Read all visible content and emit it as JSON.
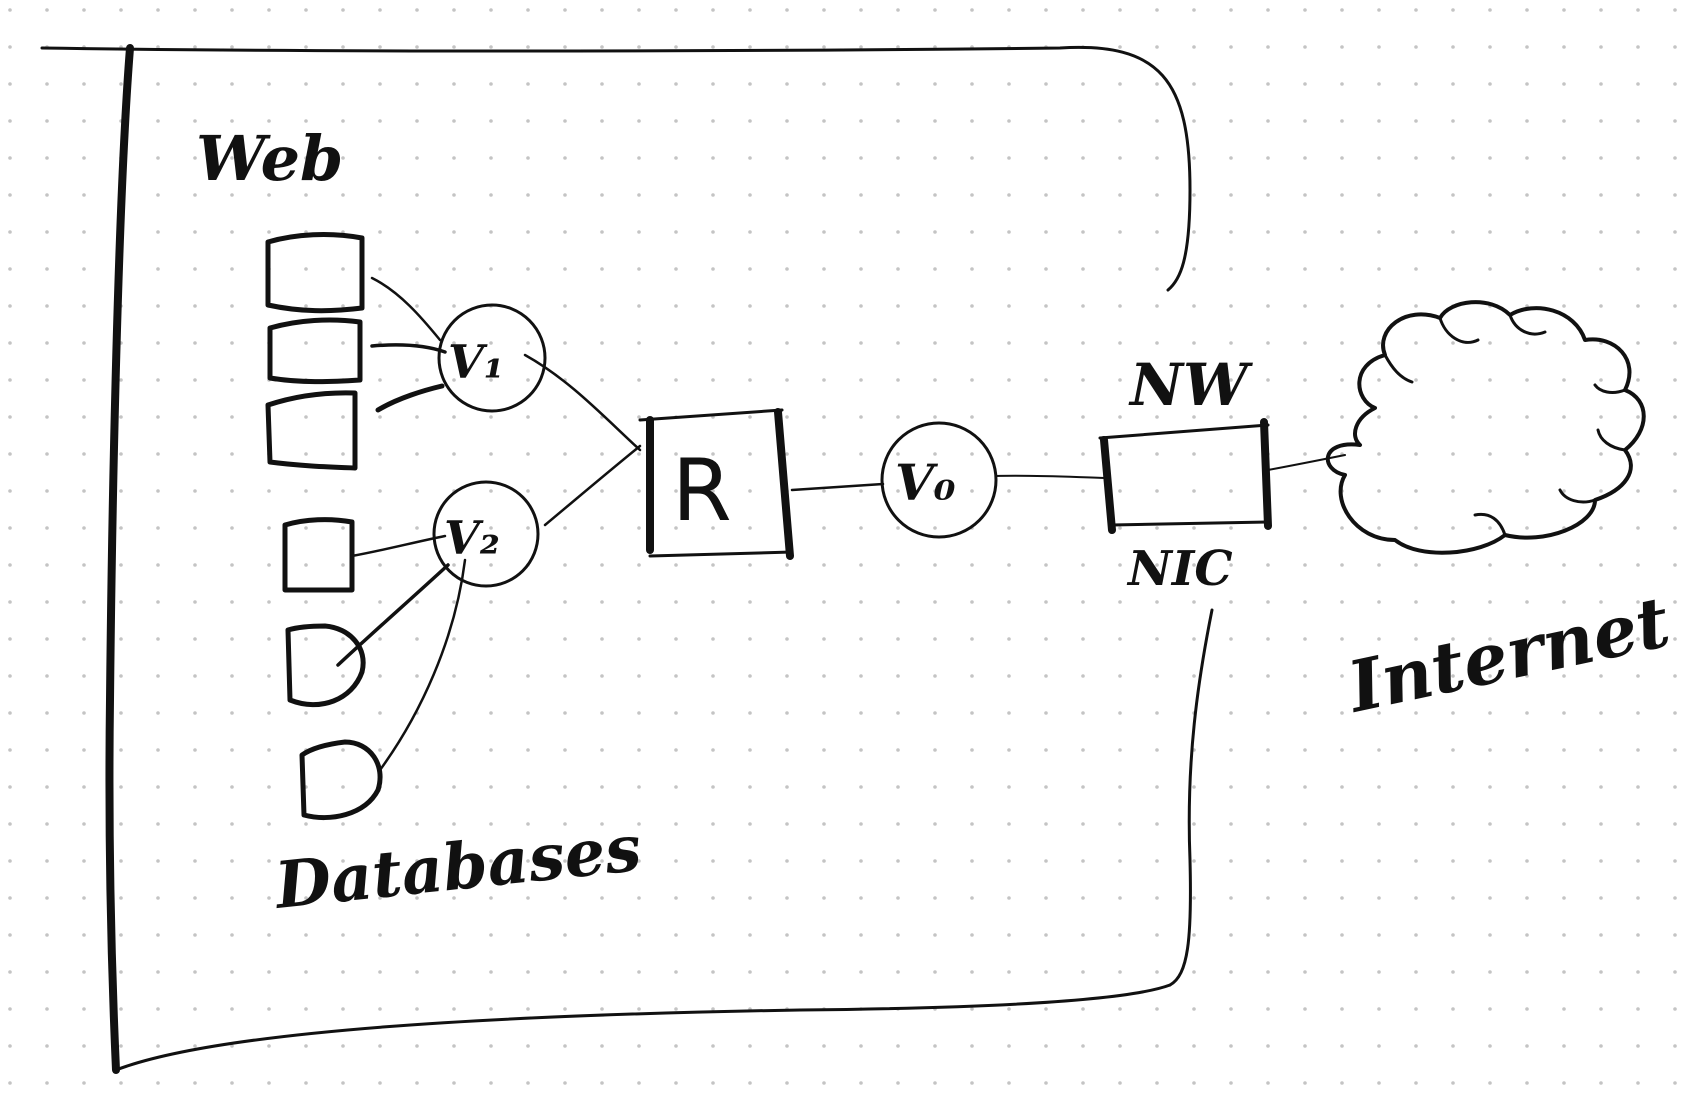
{
  "diagram": {
    "labels": {
      "web": "Web",
      "databases": "Databases",
      "v1": "V₁",
      "v2": "V₂",
      "router": "R",
      "v0": "V₀",
      "nw": "NW",
      "nic": "NIC",
      "internet": "Internet"
    },
    "colors": {
      "ink": "#111111",
      "dot_grid": "#c4c4c4",
      "background": "#ffffff"
    }
  }
}
